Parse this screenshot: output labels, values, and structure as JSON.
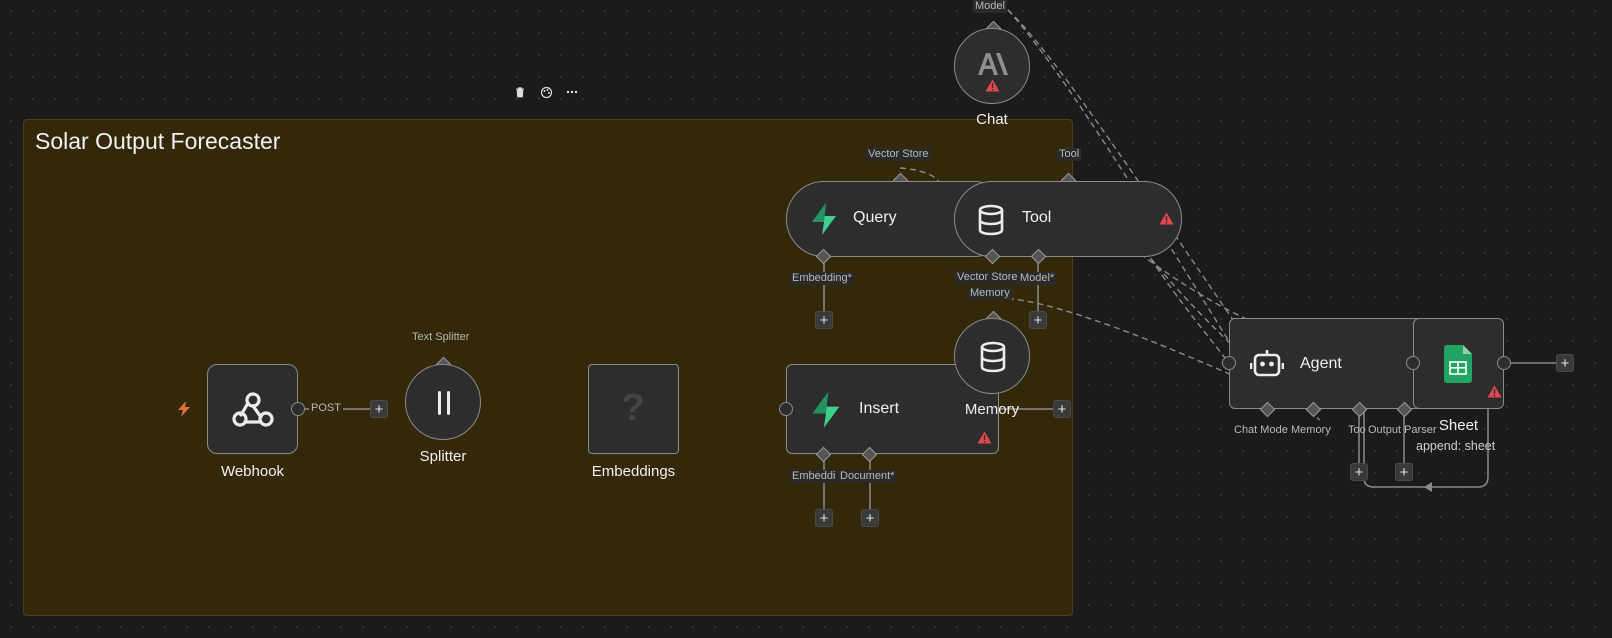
{
  "sticky_note": {
    "title": "Solar Output Forecaster"
  },
  "nodes": {
    "chat": {
      "label": "Chat",
      "port_top": "Model"
    },
    "webhook": {
      "label": "Webhook",
      "output_label": "POST"
    },
    "splitter": {
      "label": "Splitter",
      "port_top": "Text Splitter"
    },
    "embeddings": {
      "label": "Embeddings",
      "icon": "?"
    },
    "query": {
      "label": "Query",
      "port_top": "Vector Store",
      "port_bottom": "Embedding*"
    },
    "tool": {
      "label": "Tool",
      "port_top": "Tool",
      "port_bottom_1": "Vector Store",
      "port_bottom_2": "Model*"
    },
    "memory": {
      "label": "Memory",
      "port_top": "Memory"
    },
    "insert": {
      "label": "Insert",
      "port_bottom_1": "Embeddi",
      "port_bottom_2": "Document*"
    },
    "agent": {
      "label": "Agent",
      "ports": [
        "Chat Mode",
        "Memory",
        "Too",
        "Output Parser"
      ]
    },
    "sheet": {
      "label": "Sheet",
      "sublabel": "append: sheet"
    }
  },
  "icons": {
    "trigger": "lightning-icon",
    "warning_color": "#e5484d",
    "supabase_color": "#3ecf8e",
    "sheets_color": "#21a464"
  }
}
